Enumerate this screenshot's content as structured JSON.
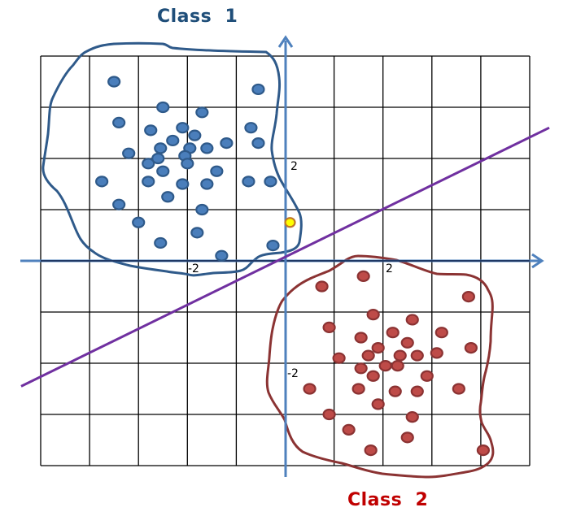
{
  "chart_data": {
    "type": "scatter",
    "title": "",
    "xlabel": "",
    "ylabel": "",
    "xlim": [
      -5,
      5
    ],
    "ylim": [
      -4,
      4
    ],
    "grid": true,
    "tick_labels": {
      "x_pos": "2",
      "x_neg": "-2",
      "y_pos": "2",
      "y_neg": "-2"
    },
    "annotations": [
      "Class 1",
      "Class 2"
    ],
    "series": [
      {
        "name": "Class 1",
        "color": "#4a7ebb",
        "points": [
          [
            -3.5,
            3.5
          ],
          [
            -3.4,
            2.7
          ],
          [
            -2.5,
            3.0
          ],
          [
            -2.75,
            2.55
          ],
          [
            -3.2,
            2.1
          ],
          [
            -2.3,
            2.35
          ],
          [
            -2.55,
            2.2
          ],
          [
            -2.1,
            2.6
          ],
          [
            -1.7,
            2.9
          ],
          [
            -1.85,
            2.45
          ],
          [
            -1.95,
            2.2
          ],
          [
            -2.6,
            2.0
          ],
          [
            -2.05,
            2.05
          ],
          [
            -2.0,
            1.9
          ],
          [
            -1.6,
            2.2
          ],
          [
            -1.2,
            2.3
          ],
          [
            -0.7,
            2.6
          ],
          [
            -0.55,
            2.3
          ],
          [
            -0.55,
            3.35
          ],
          [
            -2.8,
            1.9
          ],
          [
            -2.5,
            1.75
          ],
          [
            -1.4,
            1.75
          ],
          [
            -2.8,
            1.55
          ],
          [
            -2.1,
            1.5
          ],
          [
            -1.6,
            1.5
          ],
          [
            -3.75,
            1.55
          ],
          [
            -0.75,
            1.55
          ],
          [
            -0.3,
            1.55
          ],
          [
            -2.4,
            1.25
          ],
          [
            -3.4,
            1.1
          ],
          [
            -1.7,
            1.0
          ],
          [
            -3.0,
            0.75
          ],
          [
            -1.8,
            0.55
          ],
          [
            -2.55,
            0.35
          ],
          [
            -0.25,
            0.3
          ],
          [
            -1.3,
            0.1
          ]
        ]
      },
      {
        "name": "Class 2",
        "color": "#be4b48",
        "points": [
          [
            1.6,
            -0.3
          ],
          [
            0.75,
            -0.5
          ],
          [
            1.8,
            -1.05
          ],
          [
            0.9,
            -1.3
          ],
          [
            2.6,
            -1.15
          ],
          [
            1.55,
            -1.5
          ],
          [
            2.2,
            -1.4
          ],
          [
            3.2,
            -1.4
          ],
          [
            2.5,
            -1.6
          ],
          [
            3.75,
            -0.7
          ],
          [
            3.8,
            -1.7
          ],
          [
            1.9,
            -1.7
          ],
          [
            1.7,
            -1.85
          ],
          [
            2.35,
            -1.85
          ],
          [
            2.7,
            -1.85
          ],
          [
            3.1,
            -1.8
          ],
          [
            1.1,
            -1.9
          ],
          [
            1.55,
            -2.1
          ],
          [
            2.05,
            -2.05
          ],
          [
            2.3,
            -2.05
          ],
          [
            1.8,
            -2.25
          ],
          [
            2.9,
            -2.25
          ],
          [
            0.5,
            -2.5
          ],
          [
            1.5,
            -2.5
          ],
          [
            2.25,
            -2.55
          ],
          [
            2.7,
            -2.55
          ],
          [
            3.55,
            -2.5
          ],
          [
            1.9,
            -2.8
          ],
          [
            0.9,
            -3.0
          ],
          [
            2.6,
            -3.05
          ],
          [
            1.3,
            -3.3
          ],
          [
            2.5,
            -3.45
          ],
          [
            1.75,
            -3.7
          ],
          [
            4.05,
            -3.7
          ]
        ]
      },
      {
        "name": "Query point",
        "color": "#ffff00",
        "points": [
          [
            0.1,
            0.75
          ]
        ]
      }
    ],
    "decision_boundary": {
      "type": "line",
      "color": "#7030a0",
      "from": [
        -5.4,
        -2.45
      ],
      "to": [
        5.4,
        2.6
      ]
    },
    "axes": {
      "color": "#4f81bd"
    },
    "blobs": [
      {
        "name": "Class 1 region",
        "color": "#2f5a8a"
      },
      {
        "name": "Class 2 region",
        "color": "#8b3333"
      }
    ]
  },
  "labels": {
    "class1": "Class  1",
    "class2": "Class  2",
    "x_tick_pos": "2",
    "x_tick_neg": "-2",
    "y_tick_pos": "2",
    "y_tick_neg": "-2"
  },
  "colors": {
    "class1_title": "#1f4e79",
    "class2_title": "#c00000",
    "class1_dot": "#4a7ebb",
    "class1_dot_stroke": "#2f5a8a",
    "class2_dot": "#be4b48",
    "class2_dot_stroke": "#8b3333",
    "query_dot": "#ffff00",
    "query_dot_stroke": "#c0792a",
    "boundary": "#7030a0",
    "axis": "#4f81bd",
    "grid": "#000000"
  }
}
